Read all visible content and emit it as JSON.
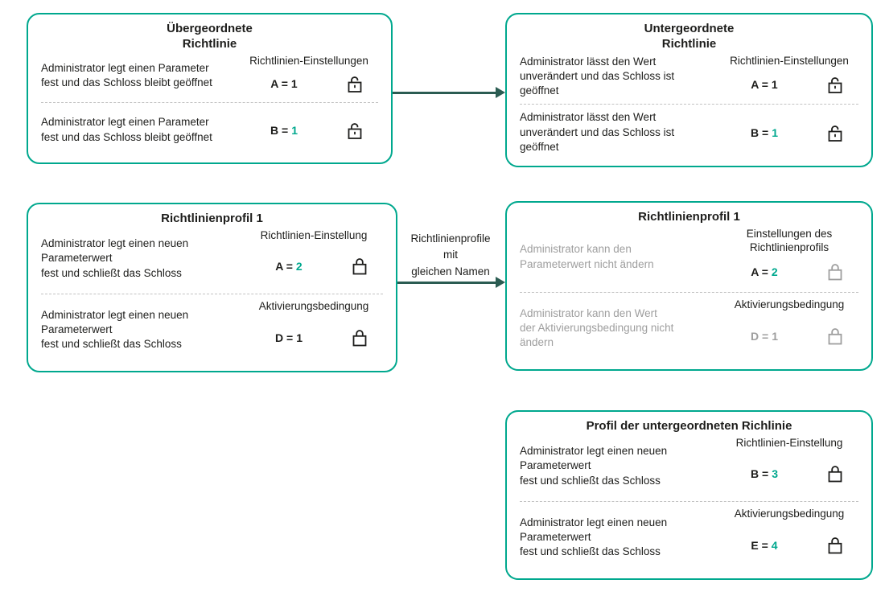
{
  "colors": {
    "teal": "#00a88e",
    "arrow": "#2b5c52",
    "ink": "#1d1d1b",
    "gray": "#9e9e9e",
    "divider": "#c2c2c2",
    "bg": "#ffffff"
  },
  "boxes": {
    "parent_policy": {
      "title": "Übergeordnete\nRichtlinie",
      "sections": [
        {
          "header": "Richtlinien-Einstellungen",
          "desc": "Administrator legt einen Parameter\nfest und das Schloss bleibt geöffnet",
          "desc_tone": "dark",
          "value": {
            "label": "A =",
            "number": "1",
            "label_tone": "dark",
            "number_tone": "dark"
          },
          "lock": "open",
          "lock_tone": "dark"
        },
        {
          "desc": "Administrator legt einen Parameter\nfest und das Schloss bleibt geöffnet",
          "desc_tone": "dark",
          "value": {
            "label": "B =",
            "number": "1",
            "label_tone": "dark",
            "number_tone": "teal"
          },
          "lock": "open",
          "lock_tone": "dark"
        }
      ]
    },
    "child_policy": {
      "title": "Untergeordnete\nRichtlinie",
      "sections": [
        {
          "header": "Richtlinien-Einstellungen",
          "desc": "Administrator lässt den Wert\nunverändert und das Schloss ist\ngeöffnet",
          "desc_tone": "dark",
          "value": {
            "label": "A =",
            "number": "1",
            "label_tone": "dark",
            "number_tone": "dark"
          },
          "lock": "open",
          "lock_tone": "dark"
        },
        {
          "desc": "Administrator lässt den Wert\nunverändert und das Schloss ist\ngeöffnet",
          "desc_tone": "dark",
          "value": {
            "label": "B =",
            "number": "1",
            "label_tone": "dark",
            "number_tone": "teal"
          },
          "lock": "open",
          "lock_tone": "dark"
        }
      ]
    },
    "profile1": {
      "title": "Richtlinienprofil 1",
      "sections": [
        {
          "header": "Richtlinien-Einstellung",
          "desc": "Administrator legt einen neuen\nParameterwert\nfest und schließt das Schloss",
          "desc_tone": "dark",
          "value": {
            "label": "A =",
            "number": "2",
            "label_tone": "dark",
            "number_tone": "teal"
          },
          "lock": "closed",
          "lock_tone": "dark"
        },
        {
          "header": "Aktivierungsbedingung",
          "desc": "Administrator legt einen neuen\nParameterwert\nfest und schließt das Schloss",
          "desc_tone": "dark",
          "value": {
            "label": "D =",
            "number": "1",
            "label_tone": "dark",
            "number_tone": "dark"
          },
          "lock": "closed",
          "lock_tone": "dark"
        }
      ]
    },
    "profile1_child": {
      "title": "Richtlinienprofil 1",
      "sections": [
        {
          "header": "Einstellungen des\nRichtlinienprofils",
          "desc": "Administrator kann den\nParameterwert nicht ändern",
          "desc_tone": "gray",
          "value": {
            "label": "A =",
            "number": "2",
            "label_tone": "dark",
            "number_tone": "teal"
          },
          "lock": "closed",
          "lock_tone": "gray"
        },
        {
          "header": "Aktivierungsbedingung",
          "desc": "Administrator kann den Wert\nder Aktivierungsbedingung nicht\nändern",
          "desc_tone": "gray",
          "value": {
            "label": "D =",
            "number": "1",
            "label_tone": "gray",
            "number_tone": "gray"
          },
          "lock": "closed",
          "lock_tone": "gray"
        }
      ]
    },
    "child_profile": {
      "title": "Profil der untergeordneten Richlinie",
      "sections": [
        {
          "header": "Richtlinien-Einstellung",
          "desc": "Administrator legt einen neuen\nParameterwert\nfest und schließt das Schloss",
          "desc_tone": "dark",
          "value": {
            "label": "B =",
            "number": "3",
            "label_tone": "dark",
            "number_tone": "teal"
          },
          "lock": "closed",
          "lock_tone": "dark"
        },
        {
          "header": "Aktivierungsbedingung",
          "desc": "Administrator legt einen neuen\nParameterwert\nfest und schließt das Schloss",
          "desc_tone": "dark",
          "value": {
            "label": "E =",
            "number": "4",
            "label_tone": "dark",
            "number_tone": "teal"
          },
          "lock": "closed",
          "lock_tone": "dark"
        }
      ]
    }
  },
  "arrows": {
    "middle": {
      "label": "Richtlinienprofile\nmit\ngleichen Namen"
    }
  }
}
